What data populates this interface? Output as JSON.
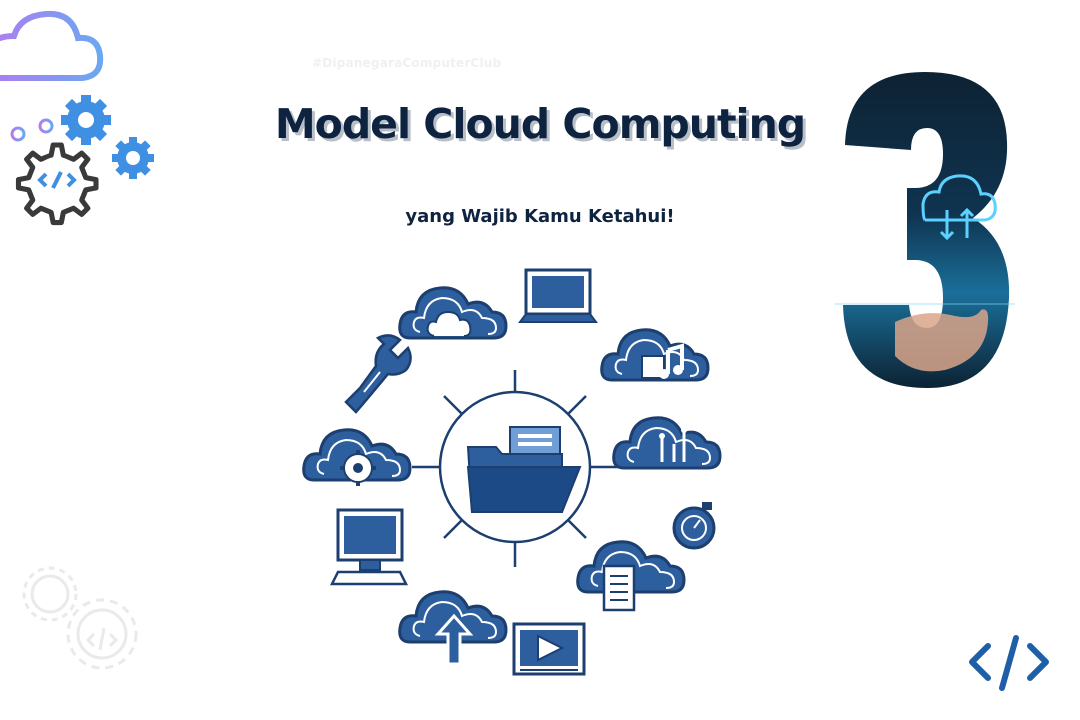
{
  "hashtag": "#DipanegaraComputerClub",
  "title": "Model Cloud Computing",
  "subtitle": "yang Wajib Kamu Ketahui!",
  "big_number": "3",
  "colors": {
    "title": "#0e2340",
    "title_shadow": "#b8bfc9",
    "icon_blue": "#2d5e9e",
    "icon_dark": "#1c3f70",
    "accent_blue": "#2f8fe0",
    "gear_outline": "#3a3a3a",
    "cloud_purple": "#9c7bf0",
    "code_symbol": "#1f5fa8",
    "number_dark": "#0c2233"
  },
  "icons": {
    "top_left": [
      "cloud-network-icon",
      "gear-icon",
      "code-gear-icon"
    ],
    "center": "folder-icon",
    "ring": [
      "cloud-icon",
      "laptop-icon",
      "cloud-music-icon",
      "cloud-network-icon",
      "timer-icon",
      "cloud-document-icon",
      "video-player-icon",
      "cloud-upload-icon",
      "desktop-computer-icon",
      "cloud-settings-icon",
      "wrench-icon"
    ],
    "bottom_left": "faded-gears-icon",
    "bottom_right": "code-brackets-icon"
  }
}
